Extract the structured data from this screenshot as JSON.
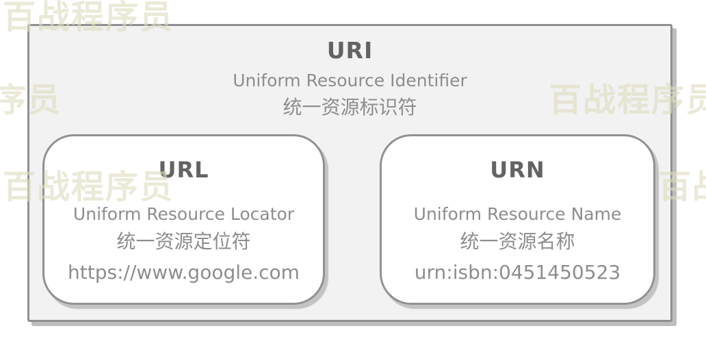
{
  "watermark": {
    "text": "百战程序员",
    "color": "#efeddf"
  },
  "uri": {
    "title": "URI",
    "subtitle_en": "Uniform Resource Identifier",
    "subtitle_zh": "统一资源标识符"
  },
  "url_box": {
    "title": "URL",
    "subtitle_en": "Uniform Resource Locator",
    "subtitle_zh": "统一资源定位符",
    "example": "https://www.google.com"
  },
  "urn_box": {
    "title": "URN",
    "subtitle_en": "Uniform Resource Name",
    "subtitle_zh": "统一资源名称",
    "example": "urn:isbn:0451450523"
  },
  "colors": {
    "outer_box_fill": "#f2f2f2",
    "inner_box_fill": "#ffffff",
    "border": "#8f8f8f",
    "shadow": "#bdbdbd",
    "heading_text": "#636363",
    "body_text": "#8d8d8d",
    "watermark_text": "#efeddf"
  }
}
